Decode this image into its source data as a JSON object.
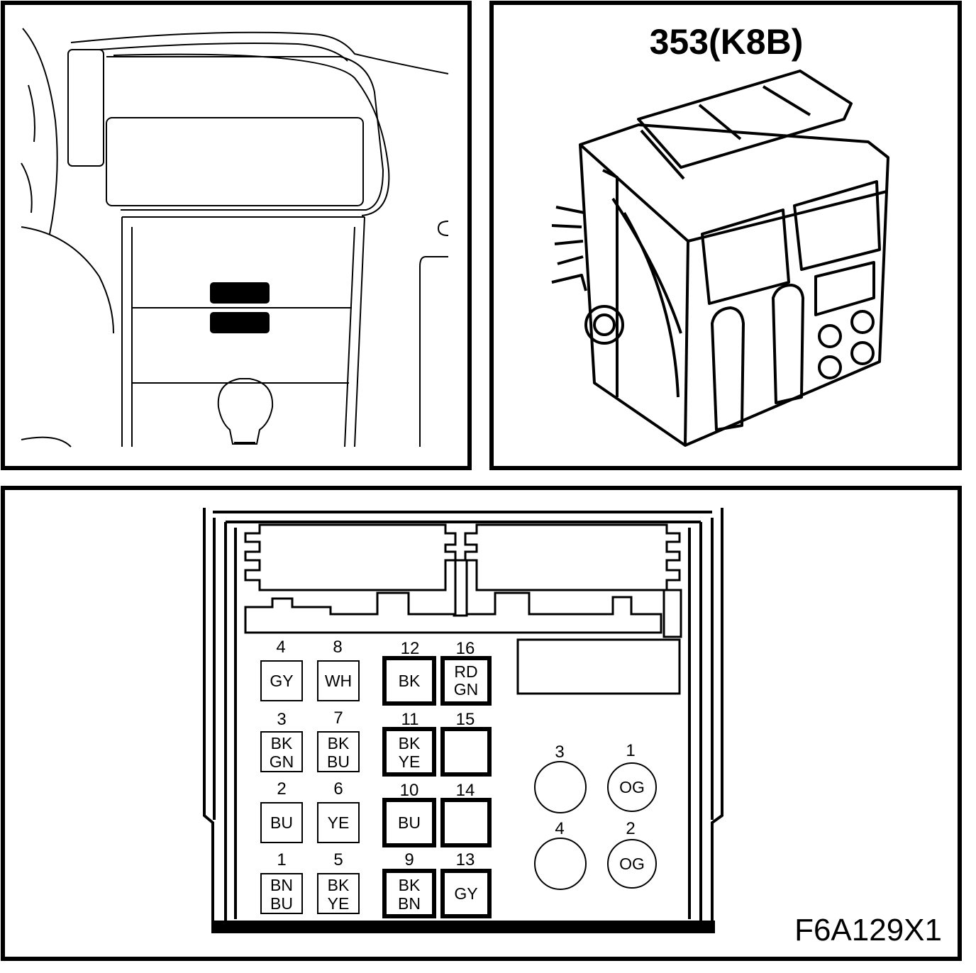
{
  "connector": {
    "title": "353(K8B)",
    "figure_code": "F6A129X1"
  },
  "pins": [
    {
      "num": "4",
      "label": [
        "GY"
      ],
      "bold": false
    },
    {
      "num": "8",
      "label": [
        "WH"
      ],
      "bold": false
    },
    {
      "num": "12",
      "label": [
        "BK"
      ],
      "bold": true
    },
    {
      "num": "16",
      "label": [
        "RD",
        "GN"
      ],
      "bold": true
    },
    {
      "num": "3",
      "label": [
        "BK",
        "GN"
      ],
      "bold": false
    },
    {
      "num": "7",
      "label": [
        "BK",
        "BU"
      ],
      "bold": false
    },
    {
      "num": "11",
      "label": [
        "BK",
        "YE"
      ],
      "bold": true
    },
    {
      "num": "15",
      "label": [],
      "bold": true
    },
    {
      "num": "2",
      "label": [
        "BU"
      ],
      "bold": false
    },
    {
      "num": "6",
      "label": [
        "YE"
      ],
      "bold": false
    },
    {
      "num": "10",
      "label": [
        "BU"
      ],
      "bold": true
    },
    {
      "num": "14",
      "label": [],
      "bold": true
    },
    {
      "num": "1",
      "label": [
        "BN",
        "BU"
      ],
      "bold": false
    },
    {
      "num": "5",
      "label": [
        "BK",
        "YE"
      ],
      "bold": false
    },
    {
      "num": "9",
      "label": [
        "BK",
        "BN"
      ],
      "bold": true
    },
    {
      "num": "13",
      "label": [
        "GY"
      ],
      "bold": true
    }
  ],
  "round_pins": [
    {
      "num": "3",
      "label": ""
    },
    {
      "num": "1",
      "label": "OG"
    },
    {
      "num": "4",
      "label": ""
    },
    {
      "num": "2",
      "label": "OG"
    }
  ]
}
